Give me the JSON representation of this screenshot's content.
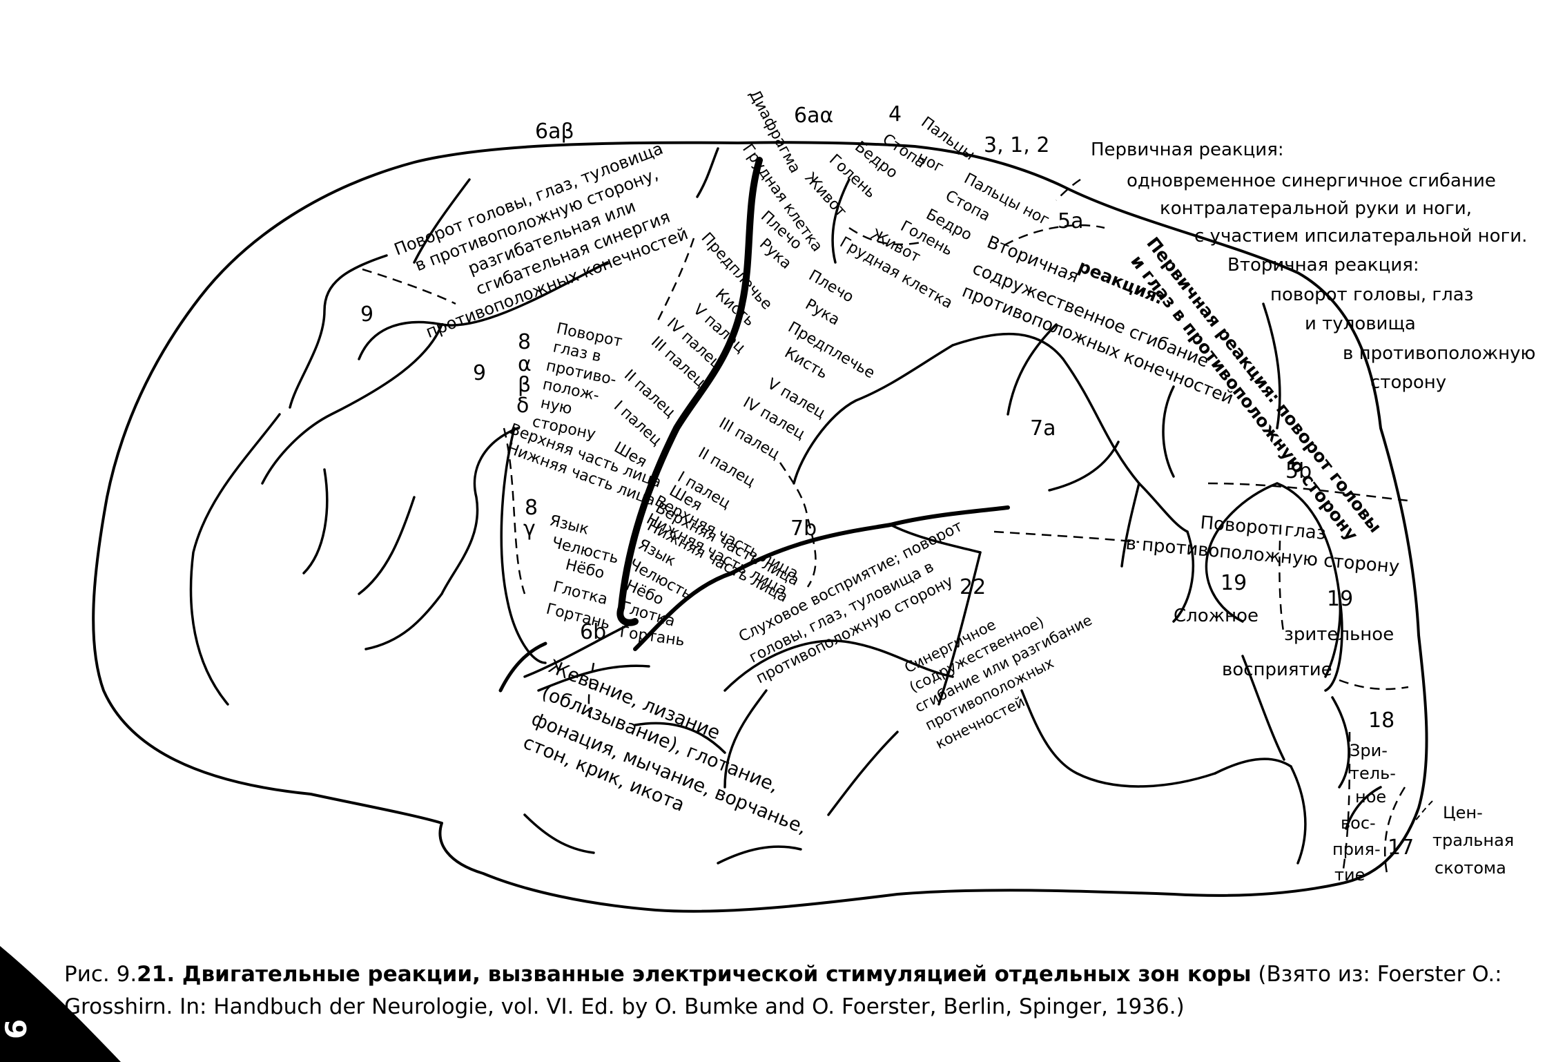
{
  "area_numbers": {
    "a6ab": "6aβ",
    "a6aa": "6aα",
    "a4": "4",
    "a312": "3, 1, 2",
    "a5a": "5a",
    "a9_top": "9",
    "a9_mid": "9",
    "a8ab_n": "8",
    "a8ab_a": "α",
    "a8ab_b": "β",
    "a8ab_d": "δ",
    "a8g_n": "8",
    "a8g_g": "γ",
    "a7a": "7a",
    "a7b": "7b",
    "a5b": "5b",
    "a22": "22",
    "a19_left": "19",
    "a19_right": "19",
    "a18": "18",
    "a17": "17",
    "a6b": "6b"
  },
  "labels": {
    "area6ab_lines": [
      "Поворот головы, глаз, туловища",
      "в противоположную сторону,",
      "разгибательная или",
      "сгибательная синергия",
      "противоположных конечностей"
    ],
    "eyes_turn_8_lines": [
      "Поворот",
      "глаз в",
      "противо-",
      "полож-",
      "ную",
      "сторону"
    ],
    "face_lower_8": [
      "Верхняя часть лица",
      "Нижняя часть лица"
    ],
    "area8g_lines": [
      "Язык",
      "Челюсть",
      "Нёбо",
      "Глотка",
      "Гортань"
    ],
    "diaphragm": "Диафрагма",
    "thorax_top": "Грудная клетка",
    "strip4_top": [
      "Живот",
      "Голень",
      "Бедро",
      "Стопа",
      "Пальцы",
      "ног"
    ],
    "strip4_lines": [
      "Плечо",
      "Рука",
      "Предплечье",
      "Кисть",
      "V палец",
      "IV палец",
      "III палец",
      "II палец",
      "I палец",
      "Шея",
      "Верхняя часть лица",
      "Нижняя часть лица",
      "Язык",
      "Челюсть",
      "Нёбо",
      "Глотка",
      "Гортань"
    ],
    "strip312_top": [
      "Пальцы ног",
      "Стопа",
      "Бедро",
      "Голень",
      "Живот",
      "Грудная клетка"
    ],
    "strip312_lines": [
      "Плечо",
      "Рука",
      "Предплечье",
      "Кисть",
      "V палец",
      "IV палец",
      "III палец",
      "II палец",
      "I палец",
      "Шея",
      "Верхняя часть лица",
      "Нижняя часть лица"
    ],
    "secondary_5a_lines": [
      "Вторичная",
      "реакция:",
      "содружественное сгибание",
      "противоположных конечностей"
    ],
    "primary_5b_lines": [
      "Первичная реакция: поворот головы",
      "и глаз в противоположную сторону"
    ],
    "legend_lines": [
      "Первичная реакция:",
      "одновременное синергичное сгибание",
      "контралатеральной руки и ноги,",
      "с участием ипсилатеральной ноги.",
      "Вторичная реакция:",
      "поворот головы, глаз",
      "и туловища",
      "в противоположную",
      "сторону"
    ],
    "eyes_turn_19": [
      "Поворот глаз",
      "в противоположную сторону"
    ],
    "complex_visual": [
      "Сложное",
      "зрительное",
      "восприятие"
    ],
    "visual_18_lines": [
      "Зри-",
      "тель-",
      "ное",
      "вос-",
      "прия-",
      "тие"
    ],
    "scotoma_lines": [
      "Цен-",
      "тральная",
      "скотома"
    ],
    "auditory_lines": [
      "Слуховое восприятие; поворот",
      "головы, глаз, туловища в",
      "противоположную сторону"
    ],
    "synergic_lines": [
      "Синергичное",
      "(содружественное)",
      "сгибание или разгибание",
      "противоположных",
      "конечностей"
    ],
    "chewing_lines": [
      "Жевание, лизание",
      "(облизывание), глотание,",
      "фонация,   мычание, ворчанье,",
      "стон, крик, икота"
    ]
  },
  "caption": {
    "prefix": "Рис. 9.",
    "number": "21",
    "title": ". Двигательные реакции, вызванные электрической стимуляцией отдельных зон коры",
    "source_1": " (Взято из: Foerster O.:",
    "source_2": "Grosshirn. In: Handbuch der Neurologie, vol. VI. Ed. by O. Bumke and O. Foerster, Berlin, Spinger, 1936.)"
  },
  "page_tab": "6"
}
